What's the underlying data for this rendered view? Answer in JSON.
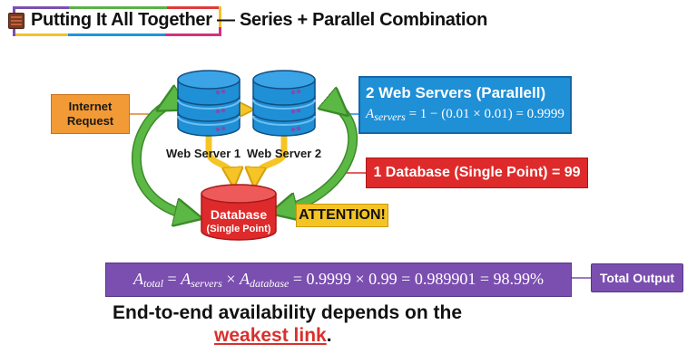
{
  "title": {
    "icon": "brick-wall-icon",
    "text": "Putting It All Together — Series + Parallel Combination",
    "frame_colors": [
      "#7b4fb0",
      "#5cb048",
      "#e23a3a",
      "#f2c22a",
      "#1e96d8",
      "#d6307f"
    ]
  },
  "nodes": {
    "internet_request": {
      "line1": "Internet",
      "line2": "Request",
      "color": "#f29a35"
    },
    "web_server_1": {
      "label": "Web Server 1",
      "icon": "server-stack-icon",
      "color": "#1f8fd6"
    },
    "web_server_2": {
      "label": "Web Server 2",
      "icon": "server-stack-icon",
      "color": "#1f8fd6"
    },
    "database": {
      "line1": "Database",
      "line2": "(Single Point)",
      "icon": "database-cylinder-icon",
      "color": "#de2a2a"
    }
  },
  "callouts": {
    "servers": {
      "title": "2 Web Servers (Parallell)",
      "formula_var": "A",
      "formula_sub": "servers",
      "formula_rest": " = 1 − (0.01 × 0.01) = 0.9999",
      "color": "#1f8fd6"
    },
    "database": {
      "text": "1 Database (Single Point) = 99",
      "color": "#de2a2a"
    },
    "attention": {
      "text": "ATTENTION!",
      "color": "#f4c424"
    },
    "total": {
      "a1": "A",
      "s1": "total",
      "eq1": " = ",
      "a2": "A",
      "s2": "servers",
      "times": " × ",
      "a3": "A",
      "s3": "database",
      "rest": " = 0.9999 × 0.99 = 0.989901 = 98.99%",
      "color": "#7b4fb0"
    },
    "total_output": {
      "text": "Total Output",
      "color": "#7b4fb0"
    }
  },
  "caption": {
    "line1": "End-to-end availability depends on the",
    "highlight": "weakest link",
    "end": ".",
    "highlight_color": "#d9302d"
  },
  "arrow_colors": {
    "green": "#5cb845",
    "yellow": "#f5c526",
    "connector_orange": "#e0832a",
    "connector_blue": "#1f8fd6",
    "connector_red": "#de2a2a",
    "connector_purple": "#7b4fb0"
  }
}
